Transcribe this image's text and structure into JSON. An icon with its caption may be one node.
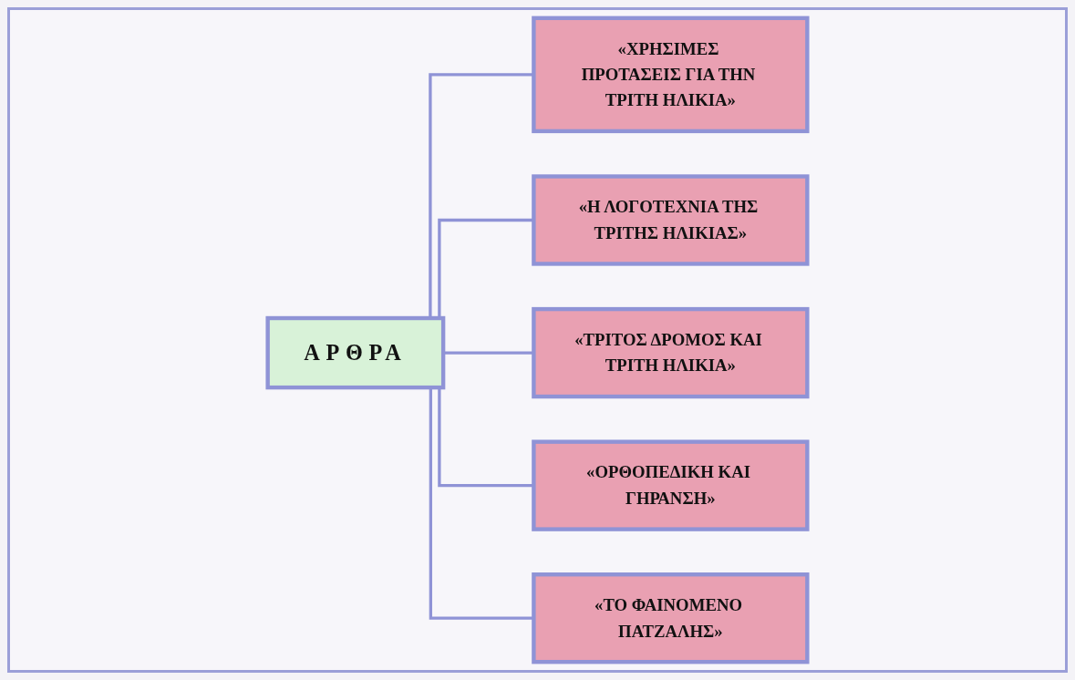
{
  "diagram": {
    "nodes": [
      {
        "text": [
          "ΑΡΘΡΑ"
        ]
      },
      {
        "text": [
          "«ΧΡΗΣΙΜΕΣ ΠΡΟΤΑΣΕΙΣ ΓΙΑ ΤΗΝ ΤΡΙΤΗ ΗΛΙΚΙΑ»"
        ]
      },
      {
        "text": [
          "«Η ΛΟΓΟΤΕΧΝΙΑ ΤΗΣ ΤΡΙΤΗΣ ΗΛΙΚΙΑΣ»"
        ]
      },
      {
        "text": [
          "«ΤΡΙΤΟΣ ΔΡΟΜΟΣ ΚΑΙ ΤΡΙΤΗ ΗΛΙΚΙΑ»"
        ]
      },
      {
        "text": [
          "«ΟΡΘΟΠΕΔΙΚΗ ΚΑΙ ΓΗΡΑΝΣΗ»"
        ]
      },
      {
        "text": [
          "«ΤΟ ΦΑΙΝΟΜΕΝΟ ΠΑΤΖΑΛΗΣ»"
        ]
      }
    ],
    "edges": [
      {
        "from": 0,
        "to": 1,
        "arrow": "none"
      },
      {
        "from": 0,
        "to": 2,
        "arrow": "none"
      },
      {
        "from": 0,
        "to": 3,
        "arrow": "none"
      },
      {
        "from": 0,
        "to": 4,
        "arrow": "none"
      },
      {
        "from": 0,
        "to": 5,
        "arrow": "none"
      }
    ]
  }
}
